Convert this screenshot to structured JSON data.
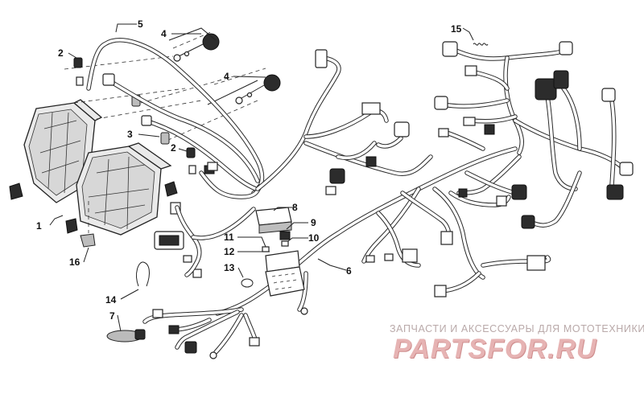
{
  "callouts": [
    "1",
    "2",
    "2",
    "3",
    "4",
    "4",
    "5",
    "6",
    "7",
    "8",
    "9",
    "10",
    "11",
    "12",
    "13",
    "14",
    "15",
    "16"
  ],
  "watermark": {
    "tagline": "ЗАПЧАСТИ И АКСЕССУАРЫ ДЛЯ МОТОТЕХНИКИ",
    "logo": "PARTSFOR.RU",
    "color": "#e6b3b3"
  },
  "colors": {
    "line": "#222222",
    "background": "#ffffff"
  }
}
